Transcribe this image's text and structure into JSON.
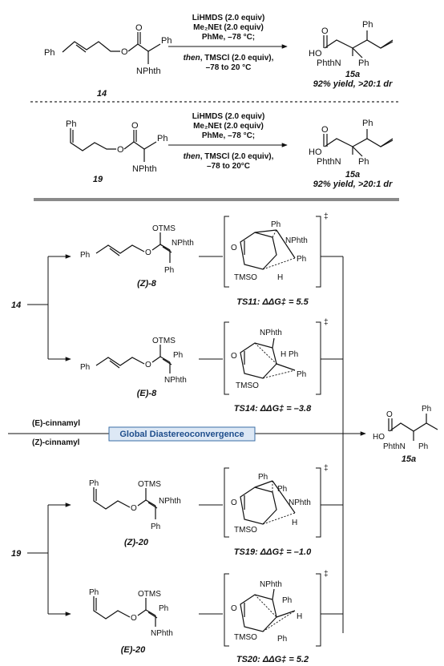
{
  "reaction1": {
    "substrate_label": "14",
    "conditions": [
      "LiHMDS (2.0 equiv)",
      "Me₂NEt (2.0 equiv)",
      "PhMe, –78 °C;"
    ],
    "then_word": "then",
    "conditions_after": [
      ", TMSCl (2.0 equiv),",
      "–78 to 20 °C"
    ],
    "product_label": "15a",
    "result": "92% yield, >20:1 dr"
  },
  "reaction2": {
    "substrate_label": "19",
    "conditions": [
      "LiHMDS (2.0 equiv)",
      "Me₂NEt (2.0 equiv)",
      "PhMe, –78 °C;"
    ],
    "then_word": "then",
    "conditions_after": [
      ", TMSCl (2.0 equiv),",
      "–78 to 20°C"
    ],
    "product_label": "15a",
    "result": "92% yield, >20:1 dr"
  },
  "atoms": {
    "ph": "Ph",
    "nphth": "NPhth",
    "phthn": "PhthN",
    "ho": "HO",
    "o": "O",
    "otms": "OTMS",
    "tmso": "TMSO",
    "h": "H",
    "dagger": "‡"
  },
  "mechanism": {
    "start_14": "14",
    "start_19": "19",
    "intermediates": [
      "(Z)-8",
      "(E)-8",
      "(Z)-20",
      "(E)-20"
    ],
    "transition_states": [
      {
        "name": "TS11",
        "energy": "5.5"
      },
      {
        "name": "TS14",
        "energy": "–3.8"
      },
      {
        "name": "TS19",
        "energy": "–1.0"
      },
      {
        "name": "TS20",
        "energy": "5.2"
      }
    ],
    "ddg_label": ": ΔΔG‡ = ",
    "e_cinnamyl": "(E)-cinnamyl",
    "z_cinnamyl": "(Z)-cinnamyl",
    "banner": "Global Diastereoconvergence",
    "banner_bg": "#dde8f5",
    "banner_border": "#3a6ea5",
    "banner_text": "#1f4e8c",
    "product_label": "15a"
  }
}
